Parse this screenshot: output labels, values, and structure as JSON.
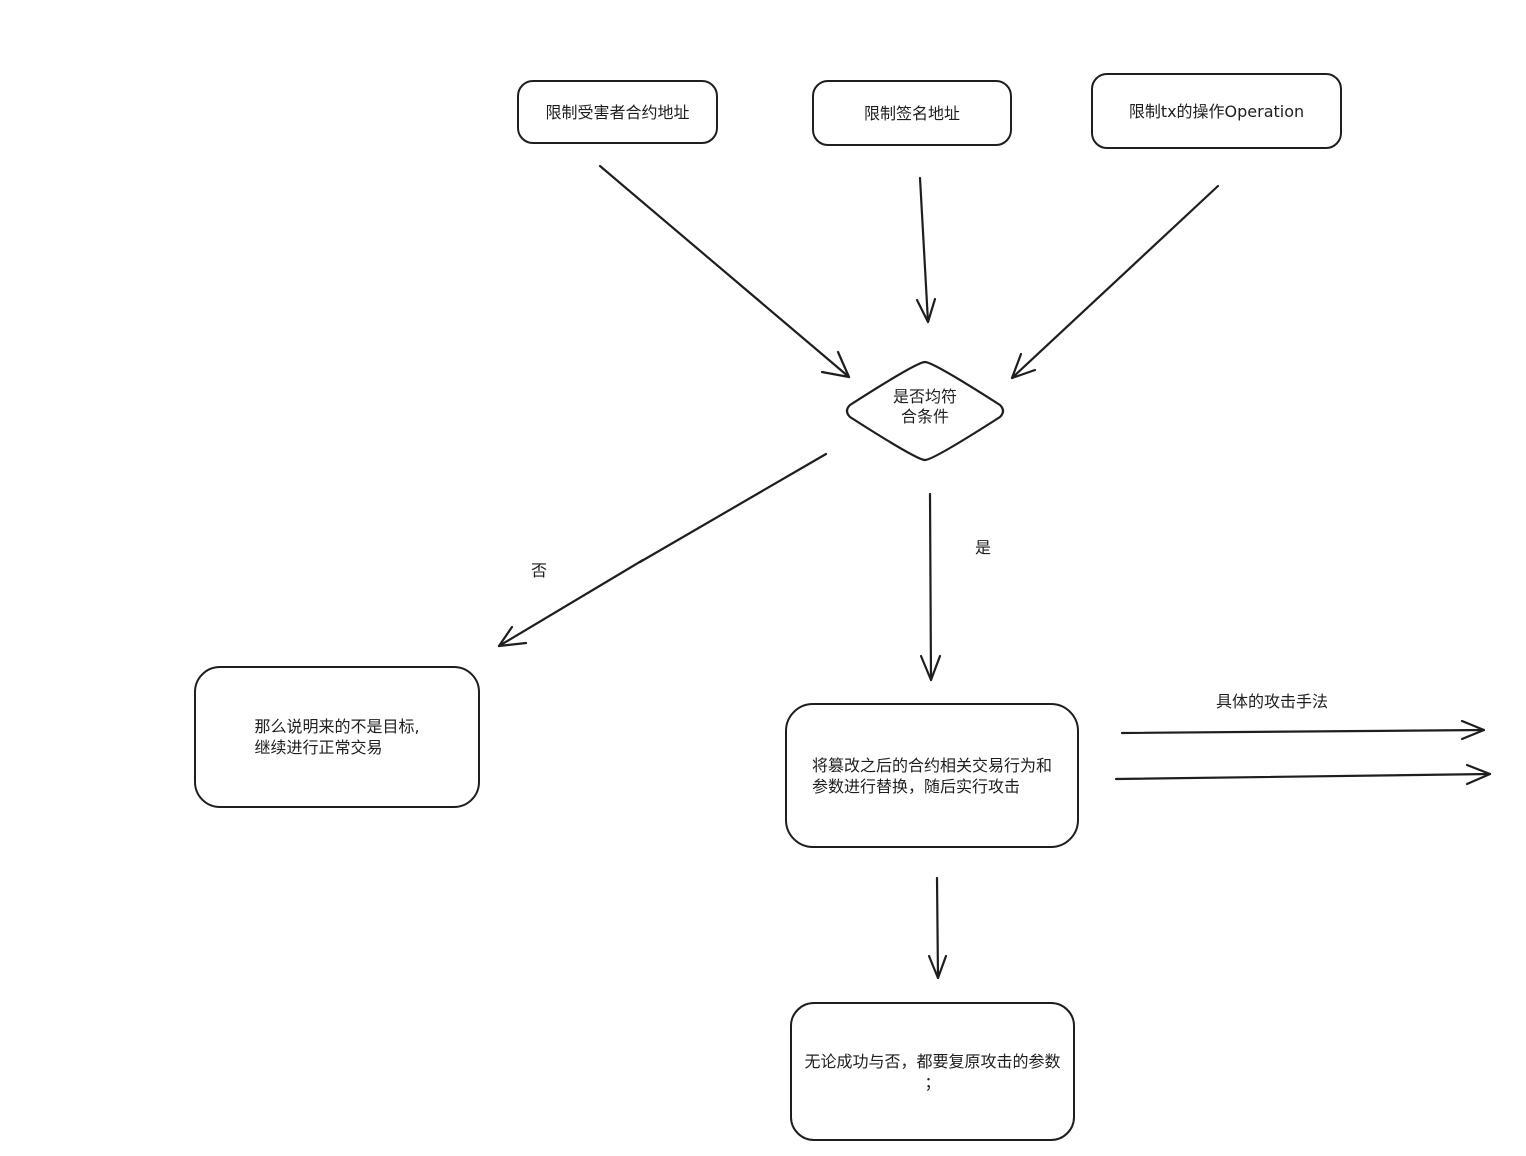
{
  "nodes": {
    "limit_victim_contract": "限制受害者合约地址",
    "limit_signer": "限制签名地址",
    "limit_tx_operation": "限制tx的操作Operation",
    "decision": "是否均符\n合条件",
    "normal_trade": "那么说明来的不是目标,\n继续进行正常交易",
    "replace_attack": "将篡改之后的合约相关交易行为和\n参数进行替换，随后实行攻击",
    "restore_params": "无论成功与否，都要复原攻击的参数\n；"
  },
  "edge_labels": {
    "no": "否",
    "yes": "是",
    "attack_methods": "具体的攻击手法"
  },
  "colors": {
    "stroke": "#1e1e1e",
    "background": "#ffffff"
  }
}
